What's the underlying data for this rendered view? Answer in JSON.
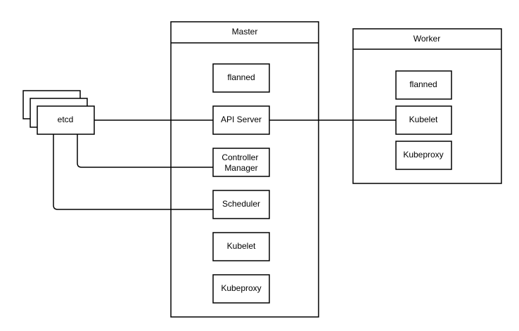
{
  "diagram": {
    "master": {
      "title": "Master",
      "components": {
        "flanned": "flanned",
        "api_server": "API Server",
        "controller_manager": [
          "Controller",
          "Manager"
        ],
        "scheduler": "Scheduler",
        "kubelet": "Kubelet",
        "kubeproxy": "Kubeproxy"
      }
    },
    "worker": {
      "title": "Worker",
      "components": {
        "flanned": "flanned",
        "kubelet": "Kubelet",
        "kubeproxy": "Kubeproxy"
      }
    },
    "etcd": {
      "label": "etcd"
    },
    "connections": [
      {
        "from": "etcd",
        "to": "master.api_server"
      },
      {
        "from": "etcd",
        "to": "master.controller_manager"
      },
      {
        "from": "etcd",
        "to": "master.scheduler"
      },
      {
        "from": "master.api_server",
        "to": "worker.kubelet"
      }
    ],
    "colors": {
      "stroke": "#000000",
      "fill": "#ffffff"
    }
  }
}
